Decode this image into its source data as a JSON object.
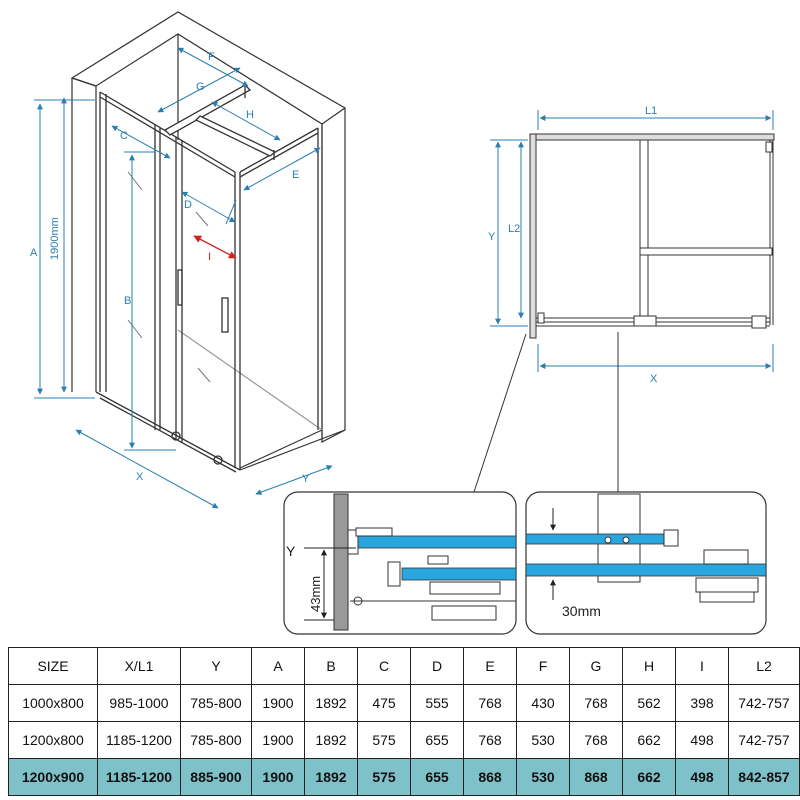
{
  "diagram": {
    "labels": {
      "A": "A",
      "B": "B",
      "C": "C",
      "D": "D",
      "E": "E",
      "F": "F",
      "G": "G",
      "H": "H",
      "I": "I",
      "X": "X",
      "Y": "Y",
      "height": "1900mm",
      "top_L1": "L1",
      "top_L2": "L2",
      "top_Y": "Y",
      "top_X": "X",
      "detail_Y": "Y",
      "detail_43": "43mm",
      "detail_30": "30mm"
    },
    "colors": {
      "dimension": "#2a7fb0",
      "glass": "#2aa6df",
      "marker": "#d62020",
      "highlight": "#7fc1c8"
    }
  },
  "table": {
    "headers": [
      "SIZE",
      "X/L1",
      "Y",
      "A",
      "B",
      "C",
      "D",
      "E",
      "F",
      "G",
      "H",
      "I",
      "L2"
    ],
    "rows": [
      [
        "1000x800",
        "985-1000",
        "785-800",
        "1900",
        "1892",
        "475",
        "555",
        "768",
        "430",
        "768",
        "562",
        "398",
        "742-757"
      ],
      [
        "1200x800",
        "1185-1200",
        "785-800",
        "1900",
        "1892",
        "575",
        "655",
        "768",
        "530",
        "768",
        "662",
        "498",
        "742-757"
      ],
      [
        "1200x900",
        "1185-1200",
        "885-900",
        "1900",
        "1892",
        "575",
        "655",
        "868",
        "530",
        "868",
        "662",
        "498",
        "842-857"
      ]
    ],
    "highlight_row": 2
  }
}
